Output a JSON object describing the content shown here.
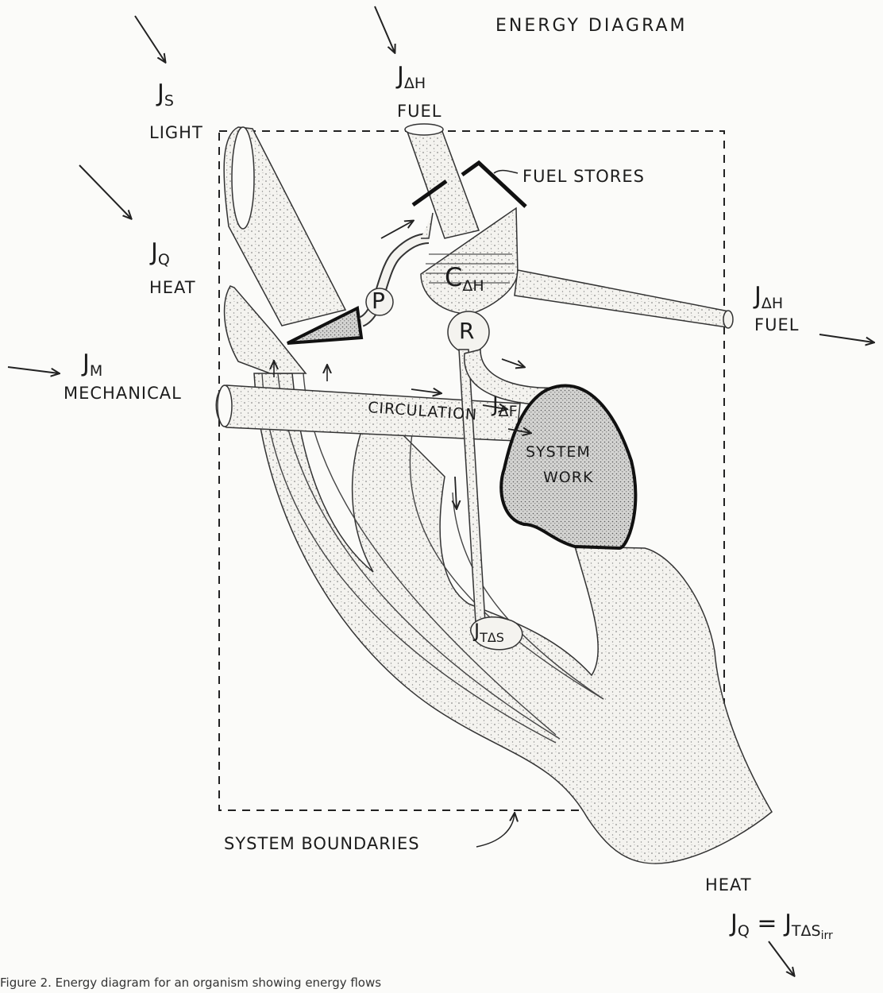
{
  "title": "ENERGY DIAGRAM",
  "flows": {
    "light": {
      "symbol": "J",
      "sub": "S",
      "label": "LIGHT"
    },
    "heat_in": {
      "symbol": "J",
      "sub": "Q",
      "label": "HEAT"
    },
    "mechanical": {
      "symbol": "J",
      "sub": "M",
      "label": "MECHANICAL"
    },
    "fuel_in": {
      "symbol": "J",
      "sub": "ΔH",
      "label": "FUEL"
    },
    "fuel_out": {
      "symbol": "J",
      "sub": "ΔH",
      "label": "FUEL"
    },
    "heat_out": {
      "label": "HEAT",
      "equation": "J",
      "eq_sub": "Q",
      "eq_equals": "=",
      "eq_rhs": "J",
      "eq_rhs_sub": "TΔS",
      "eq_rhs_subsub": "irr"
    }
  },
  "components": {
    "fuel_stores": "FUEL STORES",
    "capacitor_symbol": "C",
    "capacitor_sub": "ΔH",
    "pump": "P",
    "regulator": "R",
    "circulation": "CIRCULATION",
    "free_energy_symbol": "J",
    "free_energy_sub": "ΔF",
    "system_work_line1": "SYSTEM",
    "system_work_line2": "WORK",
    "dissipation_symbol": "J",
    "dissipation_sub": "TΔS",
    "system_boundaries": "SYSTEM BOUNDARIES"
  },
  "caption": "Figure 2. Energy diagram for an organism showing energy flows"
}
